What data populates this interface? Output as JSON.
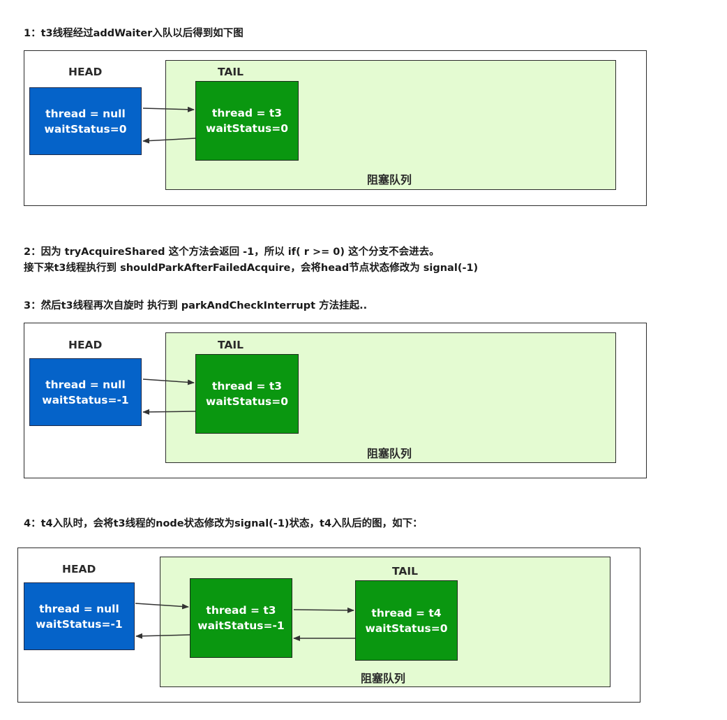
{
  "captions": {
    "c1": "1：t3线程经过addWaiter入队以后得到如下图",
    "c2a": "2：因为 tryAcquireShared 这个方法会返回 -1，所以 if( r >= 0) 这个分支不会进去。",
    "c2b": "接下来t3线程执行到 shouldParkAfterFailedAcquire，会将head节点状态修改为 signal(-1)",
    "c3": "3：然后t3线程再次自旋时 执行到 parkAndCheckInterrupt 方法挂起..",
    "c4": "4：t4入队时，会将t3线程的node状态修改为signal(-1)状态，t4入队后的图，如下："
  },
  "diagram1": {
    "head_label": "HEAD",
    "tail_label": "TAIL",
    "queue_label": "阻塞队列",
    "head_node": {
      "thread": "thread = null",
      "status": "waitStatus=0"
    },
    "node_t3": {
      "thread": "thread = t3",
      "status": "waitStatus=0"
    }
  },
  "diagram2": {
    "head_label": "HEAD",
    "tail_label": "TAIL",
    "queue_label": "阻塞队列",
    "head_node": {
      "thread": "thread = null",
      "status": "waitStatus=-1"
    },
    "node_t3": {
      "thread": "thread = t3",
      "status": "waitStatus=0"
    }
  },
  "diagram3": {
    "head_label": "HEAD",
    "tail_label": "TAIL",
    "queue_label": "阻塞队列",
    "head_node": {
      "thread": "thread = null",
      "status": "waitStatus=-1"
    },
    "node_t3": {
      "thread": "thread = t3",
      "status": "waitStatus=-1"
    },
    "node_t4": {
      "thread": "thread = t4",
      "status": "waitStatus=0"
    }
  },
  "colors": {
    "head_node": "#0563c9",
    "wait_node": "#0a9710",
    "queue_bg": "#e4fbd2",
    "arrow": "#333333"
  }
}
